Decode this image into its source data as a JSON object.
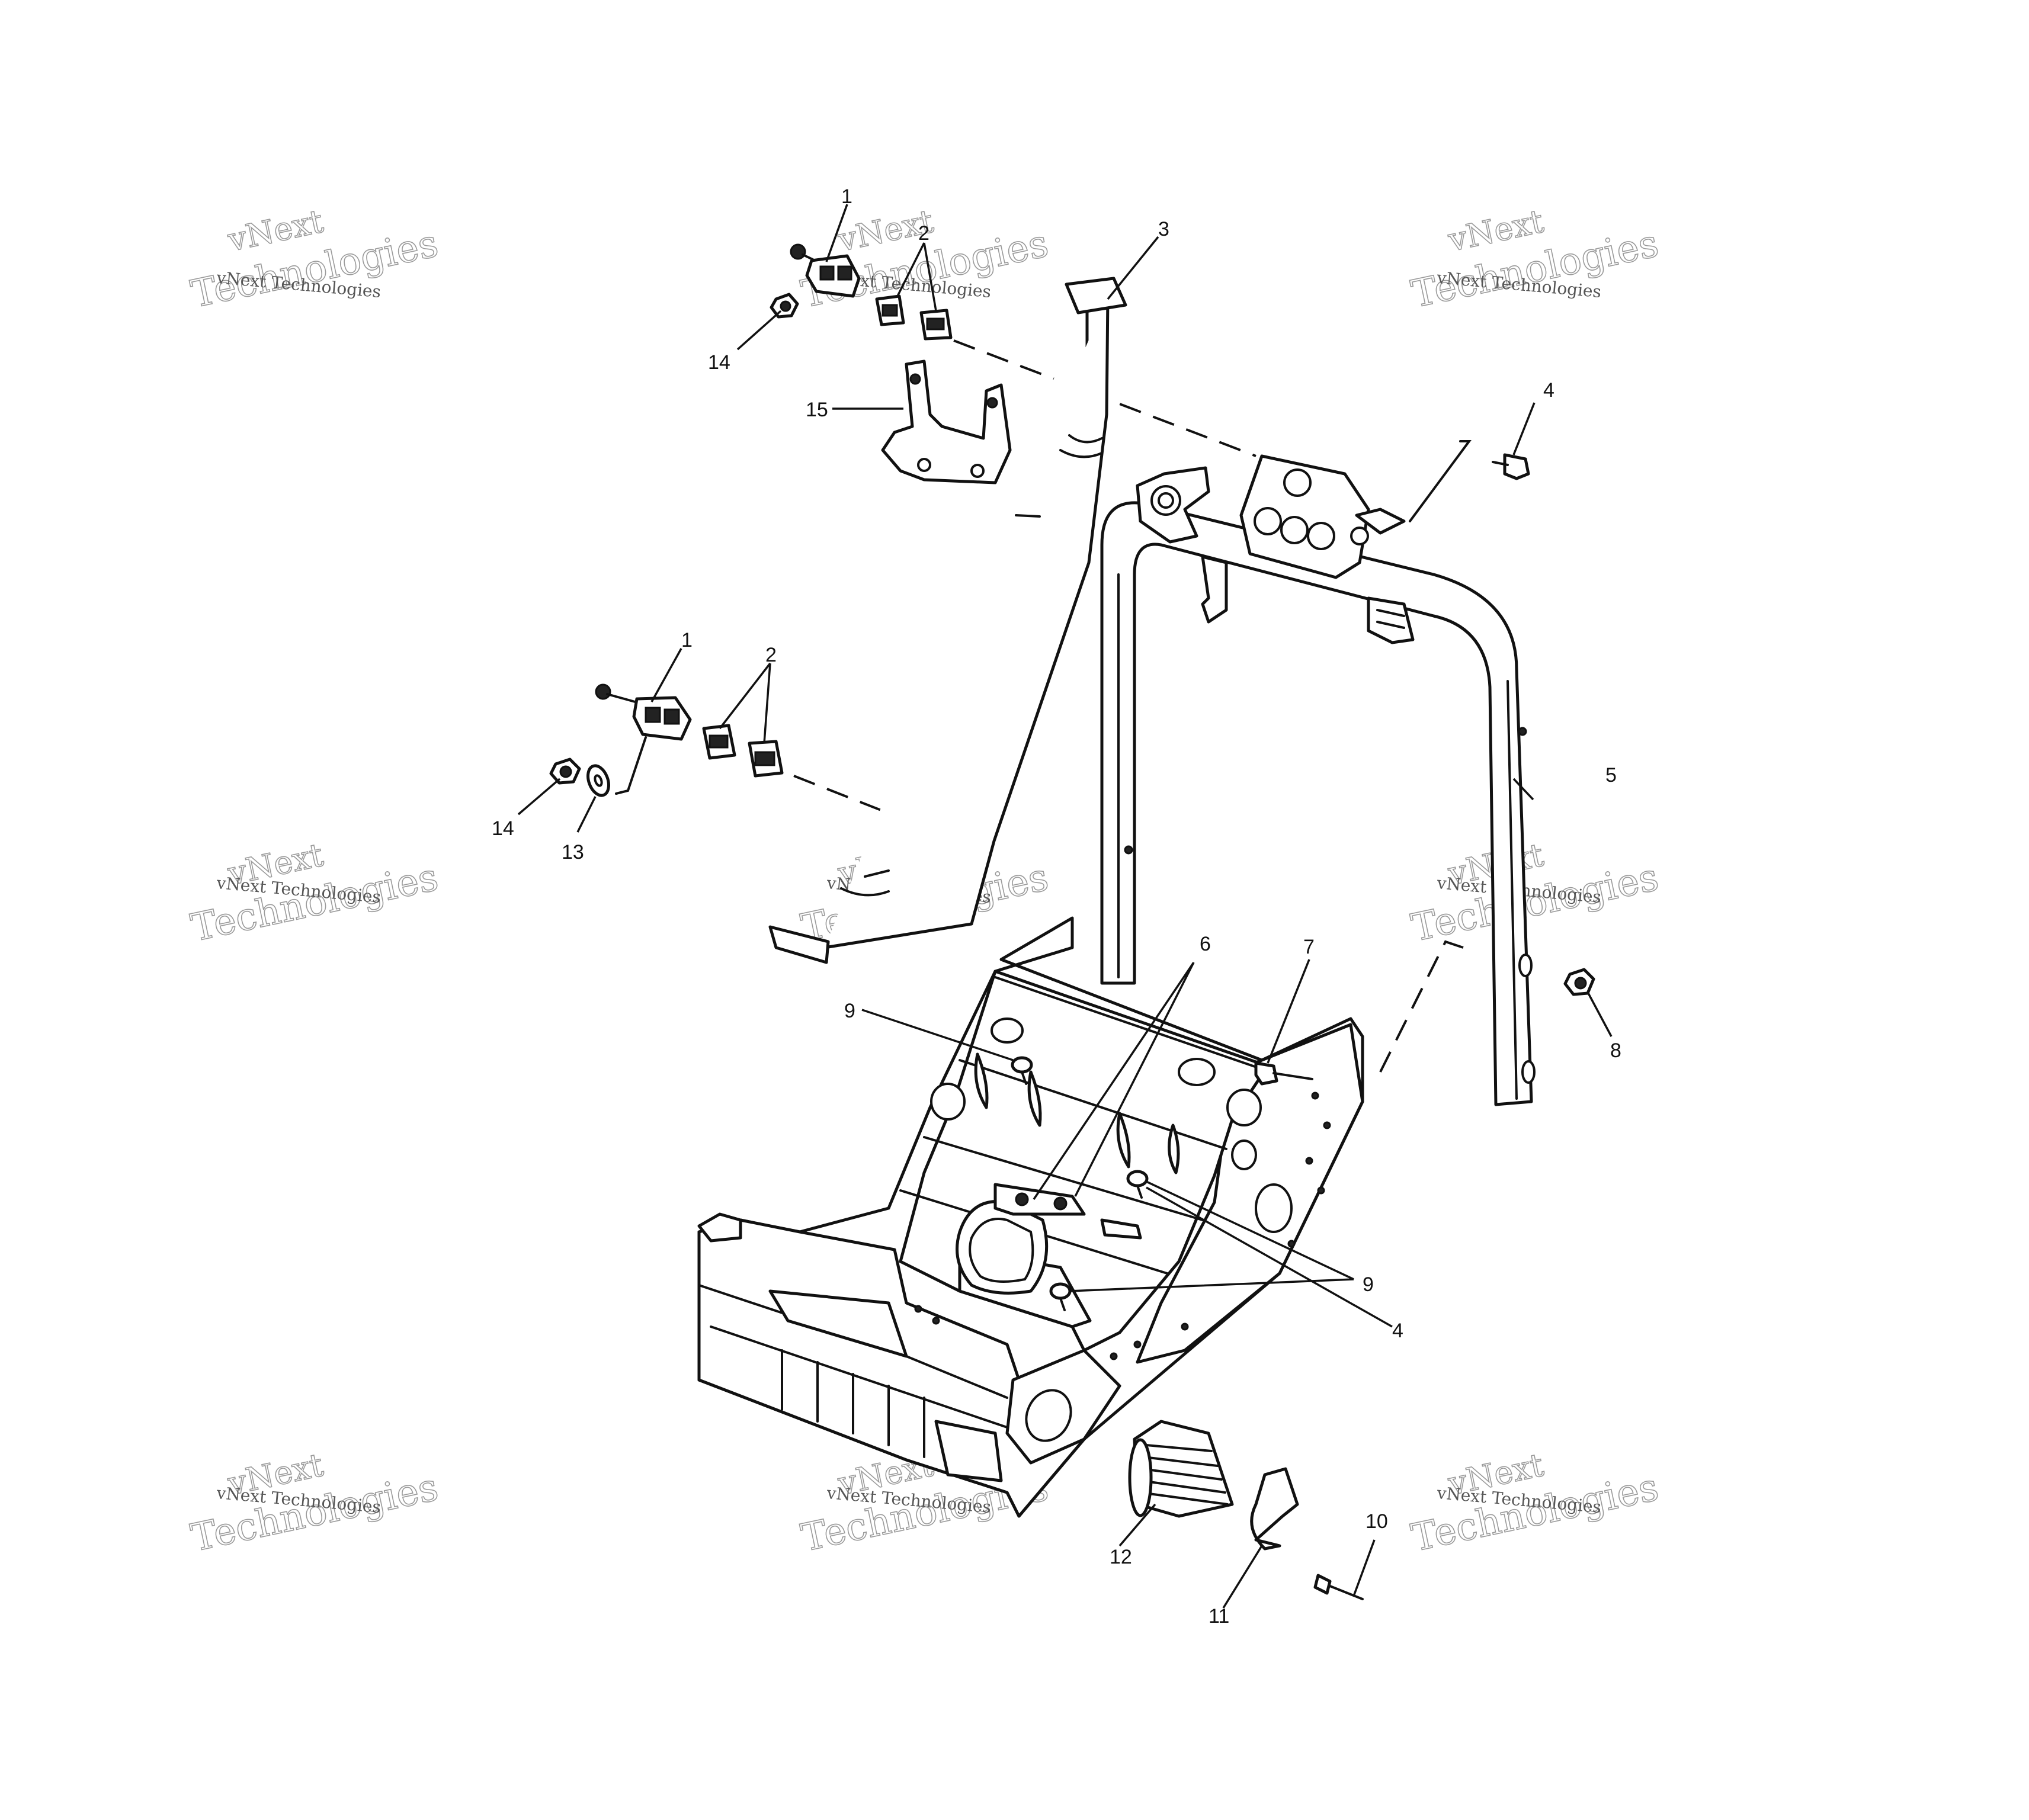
{
  "callouts": {
    "c1_top": "1",
    "c2_top": "2",
    "c3": "3",
    "c4_top": "4",
    "c14_top": "14",
    "c15": "15",
    "c1_mid": "1",
    "c2_mid": "2",
    "c14_mid": "14",
    "c13": "13",
    "c5": "5",
    "c6": "6",
    "c7": "7",
    "c8": "8",
    "c9_left": "9",
    "c9_right": "9",
    "c4_bottom": "4",
    "c10": "10",
    "c11": "11",
    "c12": "12"
  },
  "watermark": {
    "line1": "vNext",
    "line2": "Technologies",
    "line3": "vNext Technologies"
  }
}
